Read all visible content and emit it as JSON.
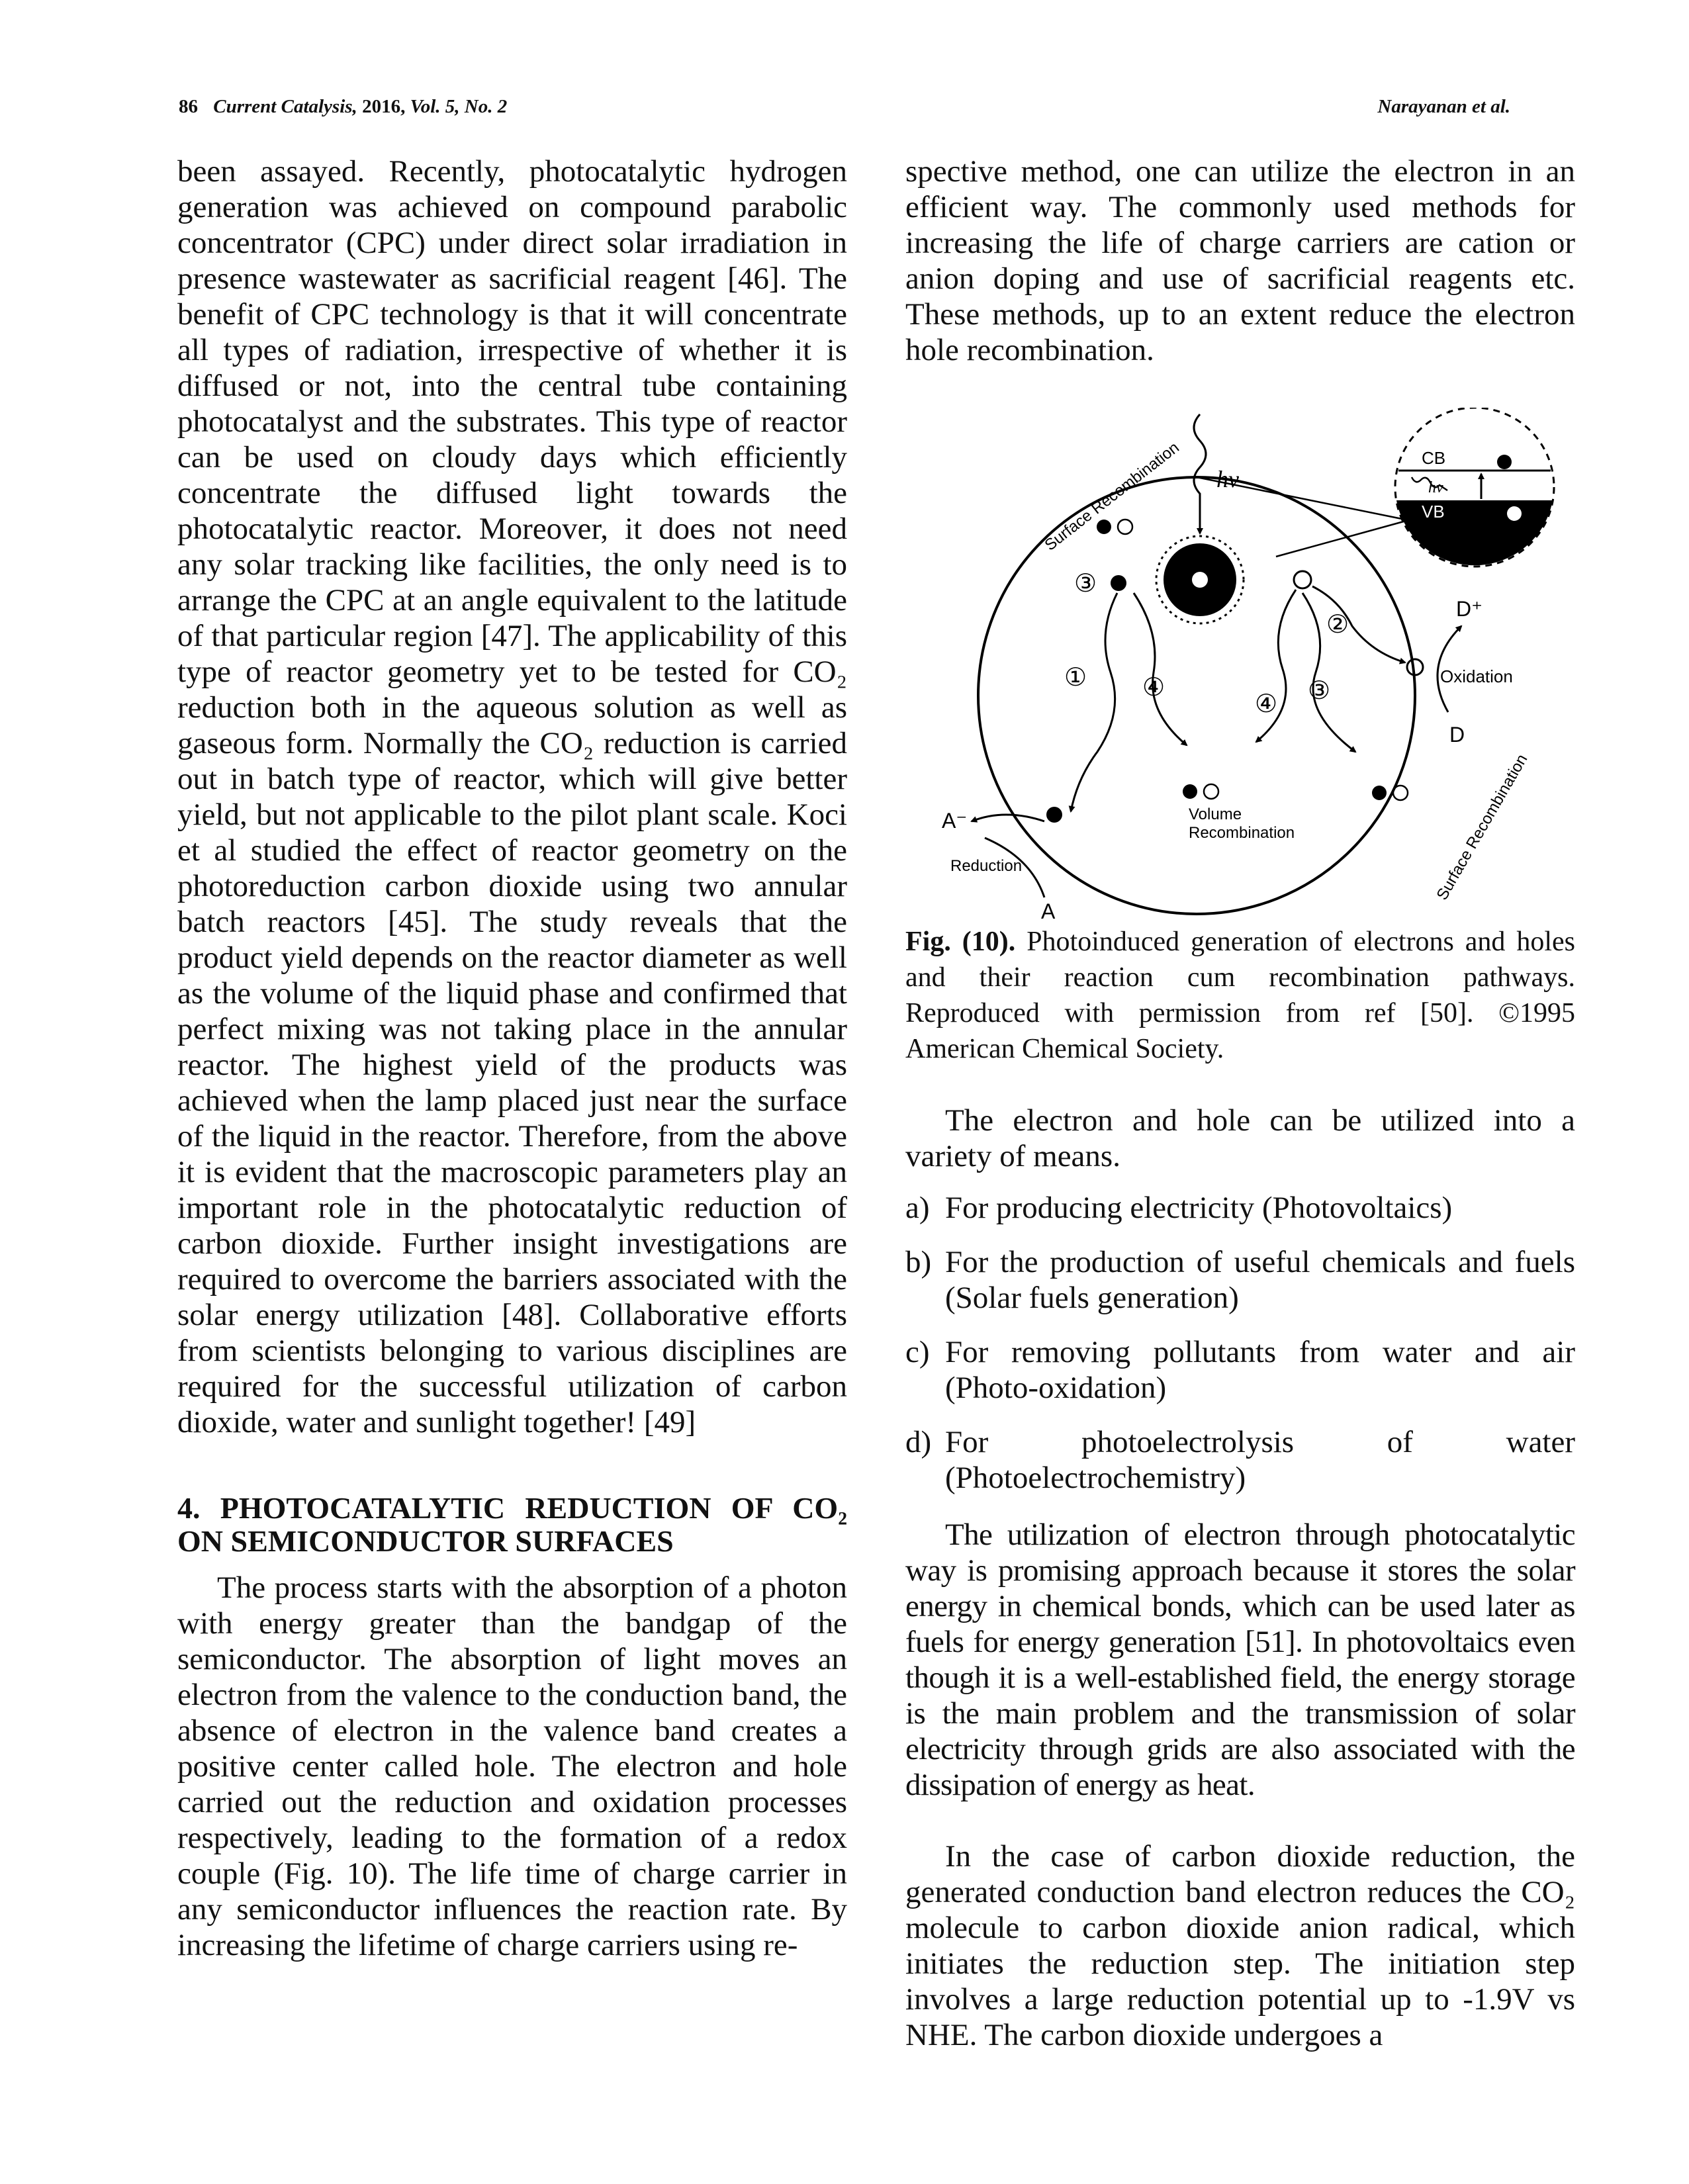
{
  "header": {
    "page_number": "86",
    "journal": "Current Catalysis,",
    "year_vol": "2016,",
    "volume": "Vol. 5, No. 2",
    "authors": "Narayanan et al."
  },
  "left_column": {
    "p1": "been assayed. Recently, photocatalytic hydrogen generation was achieved on compound parabolic concentrator (CPC) under direct solar irradiation in presence wastewater as sacrificial reagent [46]. The benefit of CPC technology is that it will concentrate all types of radiation, irrespective of whether it is diffused or not, into the central tube containing photocatalyst and the substrates. This type of reactor can be used on cloudy days which efficiently concentrate the diffused light towards the photocatalytic reactor. Moreover, it does not need any solar tracking like facilities, the only need is to arrange the CPC at an angle equivalent to the latitude of that particular region [47]. The applicability of this type of reactor geometry yet to be tested for CO₂ reduction both in the aqueous solution as well as gaseous form. Normally the CO₂ reduction is carried out in batch type of reactor, which will give better yield, but not applicable to the pilot plant scale. Koci et al studied the effect of reactor geometry on the photoreduction carbon dioxide using two annular batch reactors [45]. The study reveals that the product yield depends on the reactor diameter as well as the volume of the liquid phase and confirmed that perfect mixing was not taking place in the annular reactor. The highest yield of the products was achieved when the lamp placed just near the surface of the liquid in the reactor. Therefore, from the above it is evident that the macroscopic parameters play an important role in the photocatalytic reduction of carbon dioxide. Further insight investigations are required to overcome the barriers associated with the solar energy utilization [48]. Collaborative efforts from scientists belonging to various disciplines are required for the successful utilization of carbon dioxide, water and sunlight together! [49]",
    "section_heading": "4. PHOTOCATALYTIC REDUCTION OF CO₂ ON SEMICONDUCTOR SURFACES",
    "p2": "The process starts with the absorption of a photon with energy greater than the bandgap of the semiconductor. The absorption of light moves an electron from the valence to the conduction band, the absence of electron in the valence band creates a positive center called hole. The electron and hole carried out the reduction and oxidation processes respectively, leading to the formation of a redox couple (Fig. 10). The life time of charge carrier in any semiconductor influences the reaction rate. By increasing the lifetime of charge carriers using re-"
  },
  "right_column": {
    "p1": "spective method, one can utilize the electron in an efficient way. The commonly used methods for increasing the life of charge carriers are cation or anion doping and use of sacrificial reagents etc. These methods, up to an extent reduce the electron hole recombination.",
    "figure": {
      "labels": {
        "surface_recomb_top": "Surface Recombination",
        "surface_recomb_bottom": "Surface Recombination",
        "hv": "hv",
        "hv_small": "hv",
        "cb": "CB",
        "vb": "VB",
        "d_plus": "D⁺",
        "oxidation": "Oxidation",
        "d": "D",
        "a_minus": "A⁻",
        "reduction": "Reduction",
        "a": "A",
        "volume": "Volume",
        "recombination": "Recombination",
        "n1": "①",
        "n2": "②",
        "n3a": "③",
        "n3b": "③",
        "n4a": "④",
        "n4b": "④"
      }
    },
    "caption_label": "Fig. (10).",
    "caption_text": "Photoinduced generation of electrons and holes and their reaction cum recombination pathways. Reproduced with permission from ref [50]. ©1995 American Chemical Society.",
    "p2": "The electron and hole can be utilized into a variety of means.",
    "uses": [
      {
        "label": "a)",
        "text": "For producing electricity (Photovoltaics)"
      },
      {
        "label": "b)",
        "text": "For the production of useful chemicals and fuels (Solar fuels generation)"
      },
      {
        "label": "c)",
        "text": "For removing pollutants from water and air (Photo-oxidation)"
      },
      {
        "label": "d)",
        "text": "For photoelectrolysis of water (Photoelectrochemistry)"
      }
    ],
    "p3": "The utilization of electron through photocatalytic way is promising approach because it stores the solar energy in chemical bonds, which can be used later as fuels for energy generation [51]. In photovoltaics even though it is a well-established field, the energy storage is the main problem and the transmission of solar electricity through grids are also associated with the dissipation of energy as heat.",
    "p4": "In the case of carbon dioxide reduction, the generated conduction band electron reduces the CO₂ molecule to carbon dioxide anion radical, which initiates the reduction step. The initiation step involves a large reduction potential up to -1.9V vs NHE. The carbon dioxide undergoes a"
  }
}
